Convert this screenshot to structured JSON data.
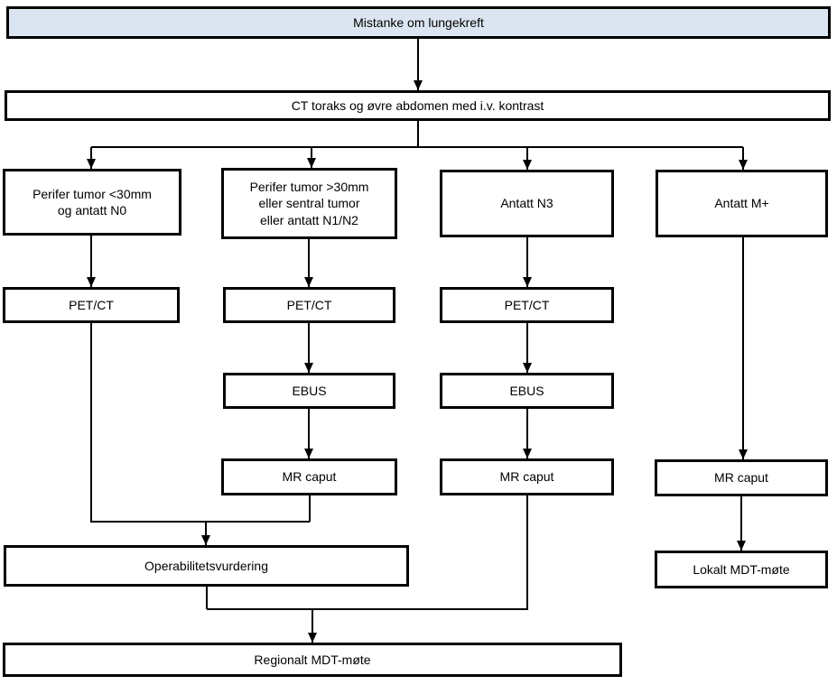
{
  "diagram": {
    "title": "Mistanke om lungekreft",
    "language": "Norwegian",
    "type": "flowchart"
  },
  "colors": {
    "banner_fill": "#dbe5f1",
    "box_fill": "#ffffff",
    "border": "#000000",
    "line": "#000000",
    "background": "#ffffff",
    "text": "#000000"
  },
  "nodes": {
    "mistanke": {
      "label": "Mistanke om lungekreft"
    },
    "ct": {
      "label": "CT toraks og øvre abdomen med i.v. kontrast"
    },
    "perifer_under30": {
      "label": "Perifer tumor <30mm\nog antatt N0"
    },
    "perifer_over30": {
      "label": "Perifer tumor >30mm\neller sentral tumor\neller antatt N1/N2"
    },
    "antatt_n3": {
      "label": "Antatt N3"
    },
    "antatt_m": {
      "label": "Antatt M+"
    },
    "pet_ct_1": {
      "label": "PET/CT"
    },
    "pet_ct_2": {
      "label": "PET/CT"
    },
    "pet_ct_3": {
      "label": "PET/CT"
    },
    "ebus_2": {
      "label": "EBUS"
    },
    "ebus_3": {
      "label": "EBUS"
    },
    "mr_caput_2": {
      "label": "MR caput"
    },
    "mr_caput_3": {
      "label": "MR caput"
    },
    "mr_caput_4": {
      "label": "MR caput"
    },
    "operabilitet": {
      "label": "Operabilitetsvurdering"
    },
    "lokalt_mdt": {
      "label": "Lokalt MDT-møte"
    },
    "regionalt_mdt": {
      "label": "Regionalt MDT-møte"
    }
  },
  "edges": [
    {
      "from": "mistanke",
      "to": "ct"
    },
    {
      "from": "ct",
      "to": "perifer_under30"
    },
    {
      "from": "ct",
      "to": "perifer_over30"
    },
    {
      "from": "ct",
      "to": "antatt_n3"
    },
    {
      "from": "ct",
      "to": "antatt_m"
    },
    {
      "from": "perifer_under30",
      "to": "pet_ct_1"
    },
    {
      "from": "perifer_over30",
      "to": "pet_ct_2"
    },
    {
      "from": "antatt_n3",
      "to": "pet_ct_3"
    },
    {
      "from": "pet_ct_2",
      "to": "ebus_2"
    },
    {
      "from": "pet_ct_3",
      "to": "ebus_3"
    },
    {
      "from": "ebus_2",
      "to": "mr_caput_2"
    },
    {
      "from": "ebus_3",
      "to": "mr_caput_3"
    },
    {
      "from": "antatt_m",
      "to": "mr_caput_4"
    },
    {
      "from": "pet_ct_1",
      "to": "operabilitet"
    },
    {
      "from": "mr_caput_2",
      "to": "operabilitet"
    },
    {
      "from": "mr_caput_3",
      "to": "regionalt_mdt"
    },
    {
      "from": "operabilitet",
      "to": "regionalt_mdt"
    },
    {
      "from": "mr_caput_4",
      "to": "lokalt_mdt"
    }
  ]
}
